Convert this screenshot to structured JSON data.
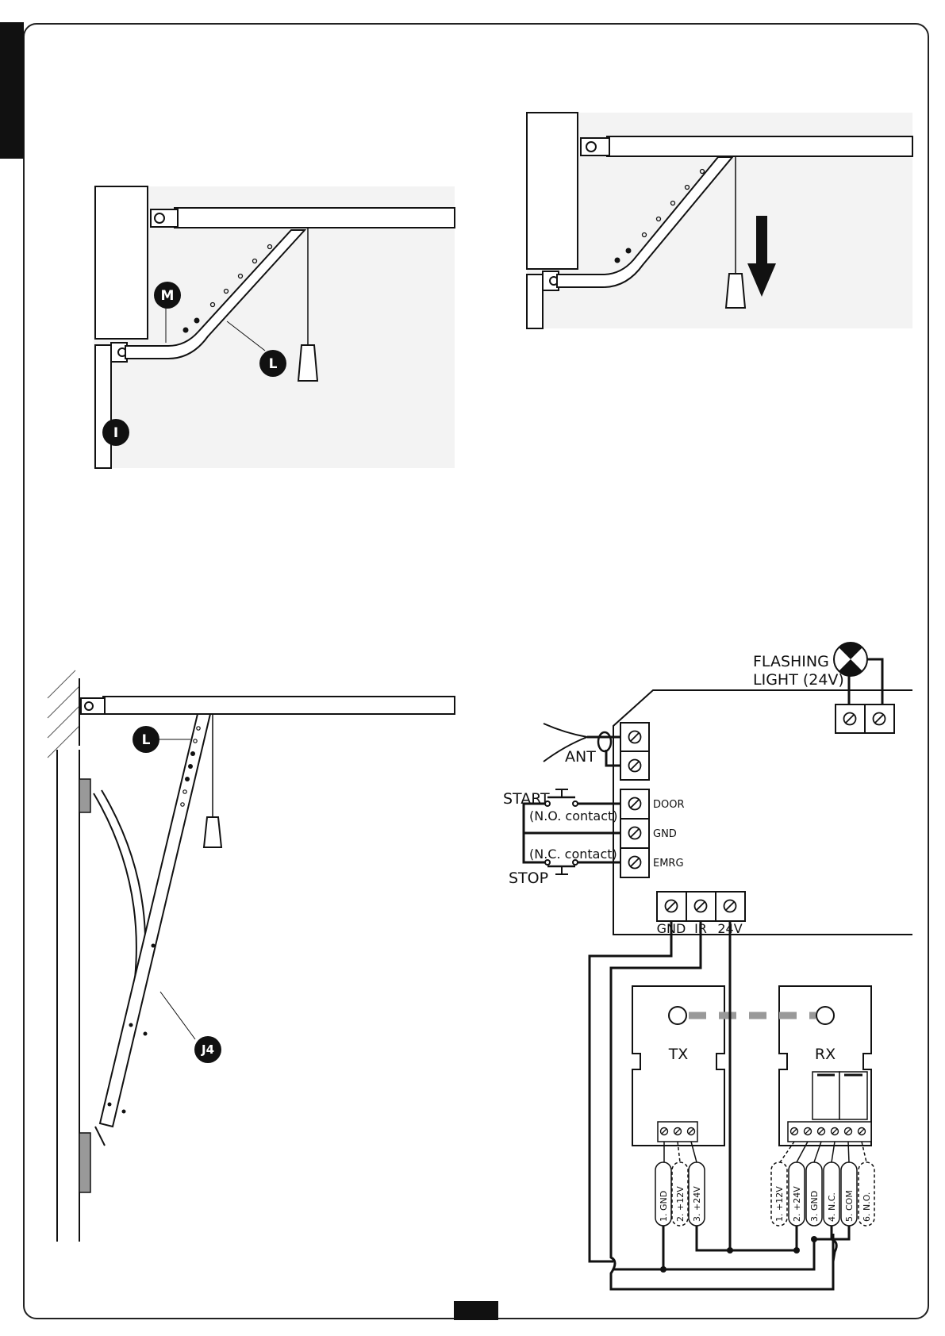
{
  "figure1": {
    "callouts": [
      "M",
      "L",
      "I"
    ]
  },
  "figure3": {
    "callouts": [
      "L",
      "J4"
    ]
  },
  "wiring": {
    "flashing_light": [
      "FLASHING",
      "LIGHT (24V)"
    ],
    "ant": "ANT",
    "start": "START",
    "no_contact": "(N.O. contact)",
    "nc_contact": "(N.C. contact)",
    "stop": "STOP",
    "door": "DOOR",
    "gnd": "GND",
    "emrg": "EMRG",
    "bottom_terminals": [
      "GND",
      "IR",
      "24V"
    ],
    "tx": "TX",
    "rx": "RX",
    "tx_wires": [
      "1. GND",
      "2. +12V",
      "3. +24V"
    ],
    "rx_wires": [
      "1. +12V",
      "2. +24V",
      "3. GND",
      "4. N.C.",
      "5. COM",
      "6. N.O."
    ]
  }
}
